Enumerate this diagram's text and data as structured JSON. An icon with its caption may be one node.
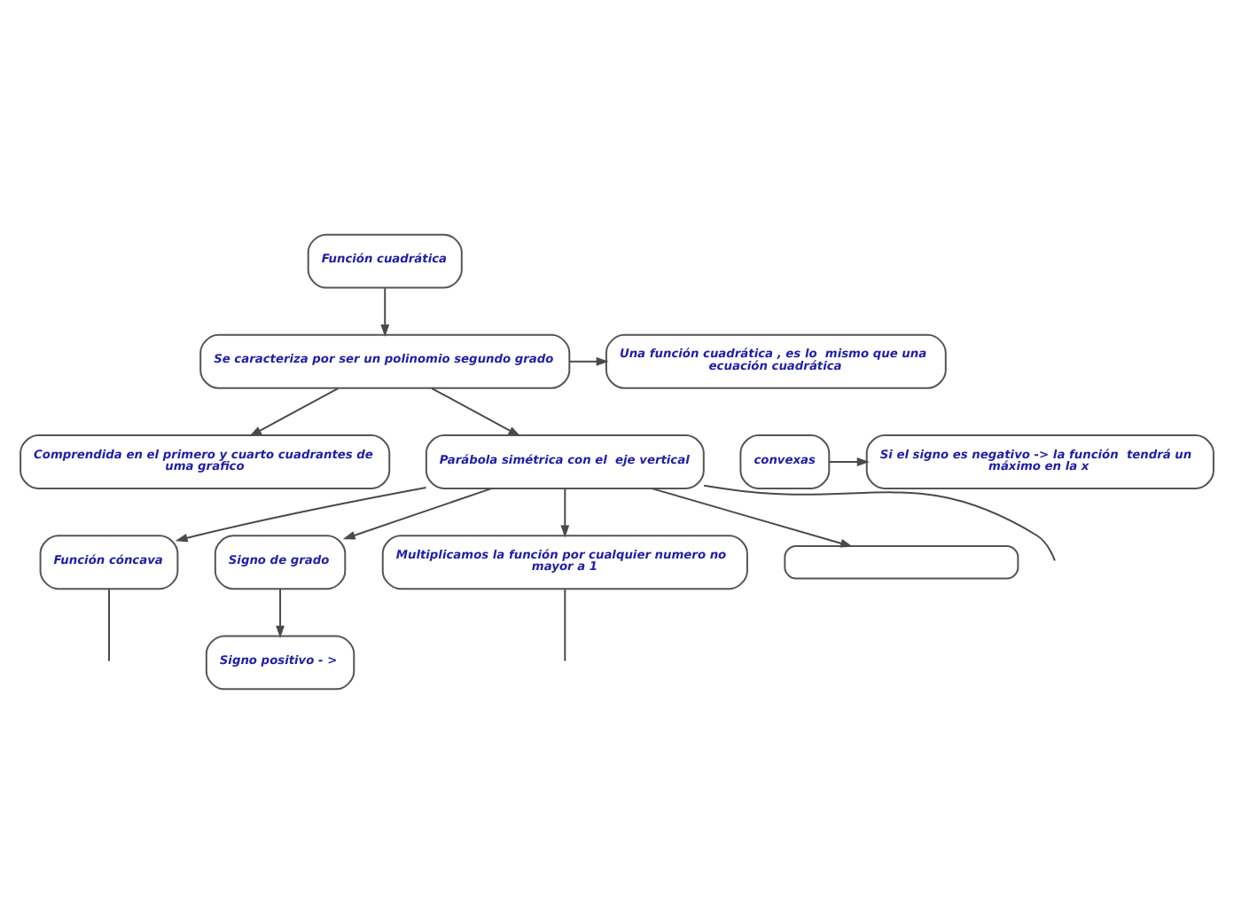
{
  "diagram": {
    "nodes": [
      {
        "text": [
          "Función cuadrática"
        ]
      },
      {
        "text": [
          "Se caracteriza por ser un polinomio segundo grado"
        ]
      },
      {
        "text": [
          "Una función cuadrática , es lo  mismo que una ecuación cuadrática"
        ]
      },
      {
        "text": [
          "Comprendida en el primero y cuarto cuadrantes de uma grafico"
        ]
      },
      {
        "text": [
          "convexas"
        ]
      },
      {
        "text": [
          "Si el signo es negativo -> la función  tendrá un máximo en la x"
        ]
      },
      {
        "text": [
          "Parábola simétrica con el  eje vertical"
        ]
      },
      {
        "text": [
          "Función cóncava"
        ]
      },
      {
        "text": [
          "Signo positivo - >"
        ]
      },
      {
        "text": [
          "Signo de grado"
        ]
      },
      {
        "text": [
          "Multiplicamos la función por cualquier numero no mayor a 1"
        ]
      },
      {
        "text": [],
        "shape": "box"
      }
    ],
    "edges": [
      {
        "from": 0,
        "to": 1,
        "arrow": "to"
      },
      {
        "from": 1,
        "to": 2,
        "arrow": "to"
      },
      {
        "from": 1,
        "to": 3,
        "arrow": "to"
      },
      {
        "from": 1,
        "to": 6,
        "arrow": "to"
      },
      {
        "from": 4,
        "to": 5,
        "arrow": "to"
      },
      {
        "from": 6,
        "to": 7,
        "arrow": "to"
      },
      {
        "from": 7,
        "to": null,
        "arrow": "none"
      },
      {
        "from": 9,
        "to": 8,
        "arrow": "to"
      },
      {
        "from": 6,
        "to": 9,
        "arrow": "to"
      },
      {
        "from": 6,
        "to": null,
        "arrow": "none"
      },
      {
        "from": 6,
        "to": 10,
        "arrow": "to"
      },
      {
        "from": 6,
        "to": 11,
        "arrow": "to"
      },
      {
        "from": 10,
        "to": null,
        "arrow": "none"
      }
    ]
  }
}
